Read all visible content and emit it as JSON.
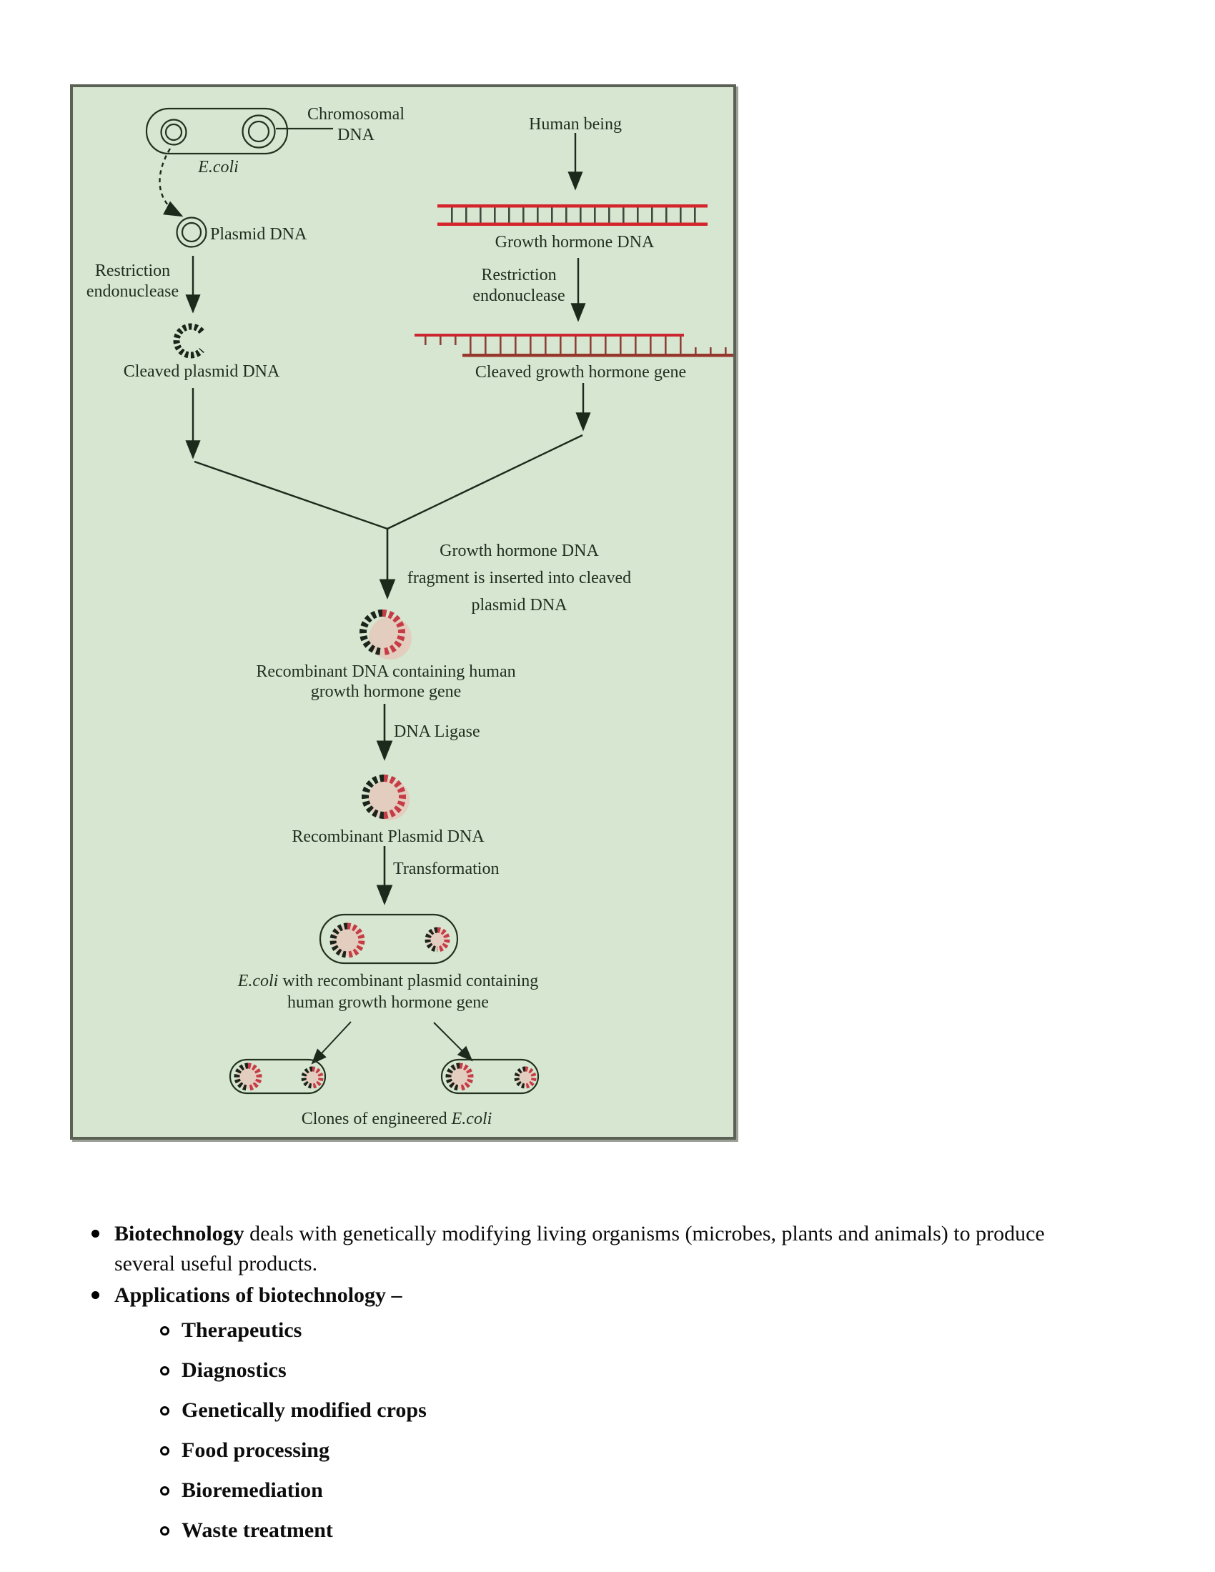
{
  "panel": {
    "bg_color": "#d6e6d0",
    "border_color": "#5c6156",
    "accent_red": "#d5252c",
    "dark_red": "#97372b",
    "labels": {
      "chromosomal_line1": "Chromosomal",
      "chromosomal_line2": "DNA",
      "ecoli": "E.coli",
      "human_being": "Human being",
      "plasmid_dna": "Plasmid DNA",
      "restriction_line1": "Restriction",
      "restriction_line2": "endonuclease",
      "growth_hormone_dna": "Growth hormone DNA",
      "cleaved_plasmid_dna": "Cleaved plasmid DNA",
      "cleaved_growth_hormone_gene": "Cleaved growth hormone gene",
      "insert_line1": "Growth hormone DNA",
      "insert_line2": "fragment is inserted into cleaved",
      "insert_line3": "plasmid DNA",
      "recombinant_line1": "Recombinant DNA containing human",
      "recombinant_line2": "growth hormone gene",
      "dna_ligase": "DNA Ligase",
      "recombinant_plasmid_dna": "Recombinant Plasmid DNA",
      "transformation": "Transformation",
      "ecoli_result_italic": "E.coli",
      "ecoli_result_rest": " with recombinant plasmid containing",
      "ecoli_result_line2": "human growth hormone gene",
      "clones_prefix": "Clones of engineered ",
      "clones_italic": "E.coli"
    }
  },
  "notes": {
    "bullet1_bold": "Biotechnology",
    "bullet1_line1_rest": " deals with genetically modifying living organisms (microbes, plants and animals) to produce",
    "bullet1_line2": "several useful products.",
    "bullet2": "Applications of biotechnology –",
    "applications": [
      "Therapeutics",
      "Diagnostics",
      "Genetically modified crops",
      "Food processing",
      "Bioremediation",
      "Waste treatment"
    ]
  }
}
